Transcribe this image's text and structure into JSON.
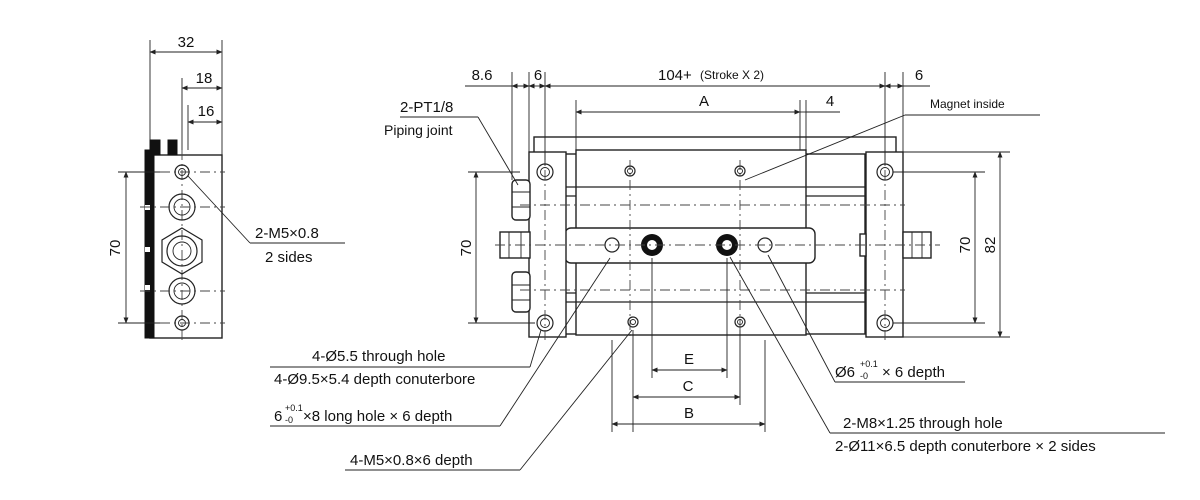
{
  "side_view": {
    "dim_width_32": "32",
    "dim_18": "18",
    "dim_16": "16",
    "dim_height_70": "70",
    "port_label": "2-M5×0.8",
    "port_sub": "2 sides"
  },
  "front_view": {
    "dim_8_6": "8.6",
    "dim_6_left": "6",
    "dim_total": "104+",
    "dim_total_suffix": "(Stroke X 2)",
    "dim_6_right": "6",
    "dim_A": "A",
    "dim_4": "4",
    "magnet_label": "Magnet inside",
    "piping_port": "2-PT1/8",
    "piping_joint": "Piping joint",
    "dim_70_left": "70",
    "dim_70_right": "70",
    "dim_82": "82",
    "dim_E": "E",
    "dim_C": "C",
    "dim_B": "B"
  },
  "callouts": {
    "through_hole": "4-Ø5.5 through hole",
    "counterbore": "4-Ø9.5×5.4 depth conuterbore",
    "long_hole_prefix": "6",
    "long_hole_tol_upper": "+0.1",
    "long_hole_tol_lower": "-0",
    "long_hole_suffix": "×8  long hole × 6 depth",
    "m5_depth": "4-M5×0.8×6 depth",
    "pin_prefix": "Ø6",
    "pin_tol_upper": "+0.1",
    "pin_tol_lower": "-0",
    "pin_suffix": "× 6 depth",
    "m8_through": "2-M8×1.25 through hole",
    "m8_counterbore": "2-Ø11×6.5 depth conuterbore × 2 sides"
  }
}
